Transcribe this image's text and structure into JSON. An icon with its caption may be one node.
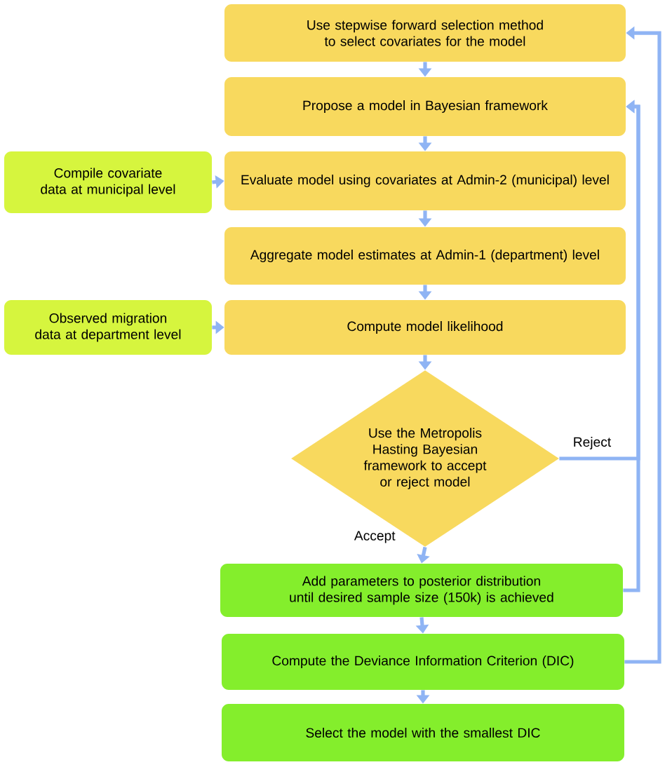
{
  "diagram": {
    "nodes": [
      {
        "text": [
          "Use stepwise forward selection method to select covariates for the model"
        ]
      },
      {
        "text": [
          "Propose a model in Bayesian framework"
        ]
      },
      {
        "text": [
          "Compile covariate data at municipal level"
        ]
      },
      {
        "text": [
          "Evaluate model using covariates at Admin-2 (municipal) level"
        ]
      },
      {
        "text": [
          "Aggregate model estimates at Admin-1 (department) level"
        ]
      },
      {
        "text": [
          "Observed migration data at department level"
        ]
      },
      {
        "text": [
          "Compute model likelihood"
        ]
      },
      {
        "text": [
          "Use the Metropolis Hasting Bayesian framework to accept or reject model"
        ]
      },
      {
        "text": [
          "Add parameters to posterior distribution until desired sample size (150k) is achieved"
        ]
      },
      {
        "text": [
          "Compute the Deviance Information Criterion (DIC)"
        ]
      },
      {
        "text": [
          "Select the model with the smallest DIC"
        ]
      }
    ],
    "edges": [
      {
        "from": 0,
        "to": 1,
        "arrow": "to"
      },
      {
        "from": 1,
        "to": 3,
        "arrow": "to"
      },
      {
        "from": 2,
        "to": 3,
        "arrow": "to"
      },
      {
        "from": 3,
        "to": 4,
        "arrow": "to"
      },
      {
        "from": 4,
        "to": 6,
        "arrow": "to"
      },
      {
        "from": 5,
        "to": 6,
        "arrow": "to"
      },
      {
        "from": 6,
        "to": 7,
        "arrow": "to"
      },
      {
        "from": 7,
        "to": 8,
        "arrow": "to",
        "label": "Accept"
      },
      {
        "from": 7,
        "to": 1,
        "arrow": "to",
        "label": "Reject"
      },
      {
        "from": 8,
        "to": 1,
        "arrow": "to"
      },
      {
        "from": 8,
        "to": 9,
        "arrow": "to"
      },
      {
        "from": 9,
        "to": 10,
        "arrow": "to"
      },
      {
        "from": 9,
        "to": 0,
        "arrow": "to"
      }
    ]
  }
}
